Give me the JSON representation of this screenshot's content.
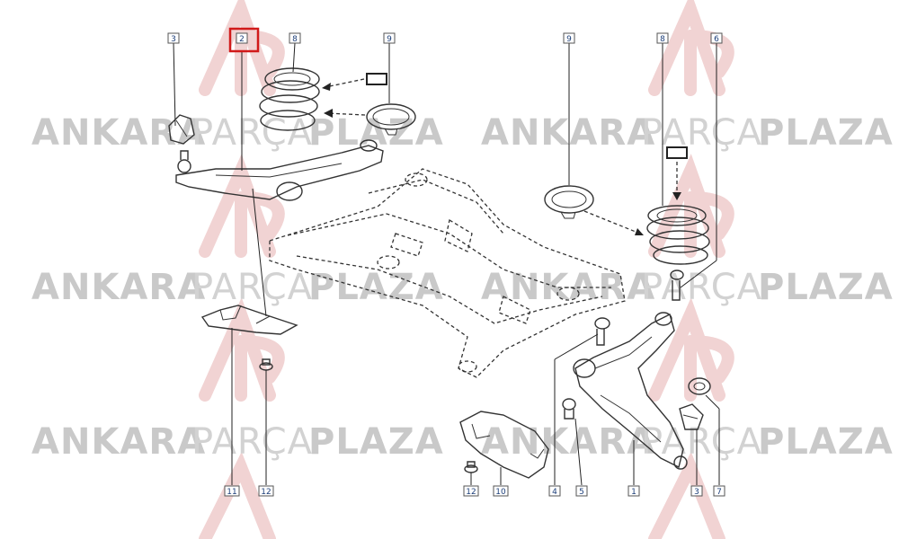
{
  "watermark": {
    "word_bold_1": "ANKARA",
    "word_light": "PARÇA",
    "word_bold_2": "PLAZA"
  },
  "highlight_color": "#d11a1a",
  "callouts": {
    "c3_top": "3",
    "c2_top": "2",
    "c8_top_left": "8",
    "c9_top_left": "9",
    "c9_top_right": "9",
    "c8_top_right": "8",
    "c6_top_right": "6",
    "c11_bottom": "11",
    "c12_bottom_left": "12",
    "c12_bottom_mid": "12",
    "c10_bottom": "10",
    "c4_bottom": "4",
    "c5_bottom": "5",
    "c1_bottom": "1",
    "c3_bottom": "3",
    "c7_bottom": "7"
  }
}
